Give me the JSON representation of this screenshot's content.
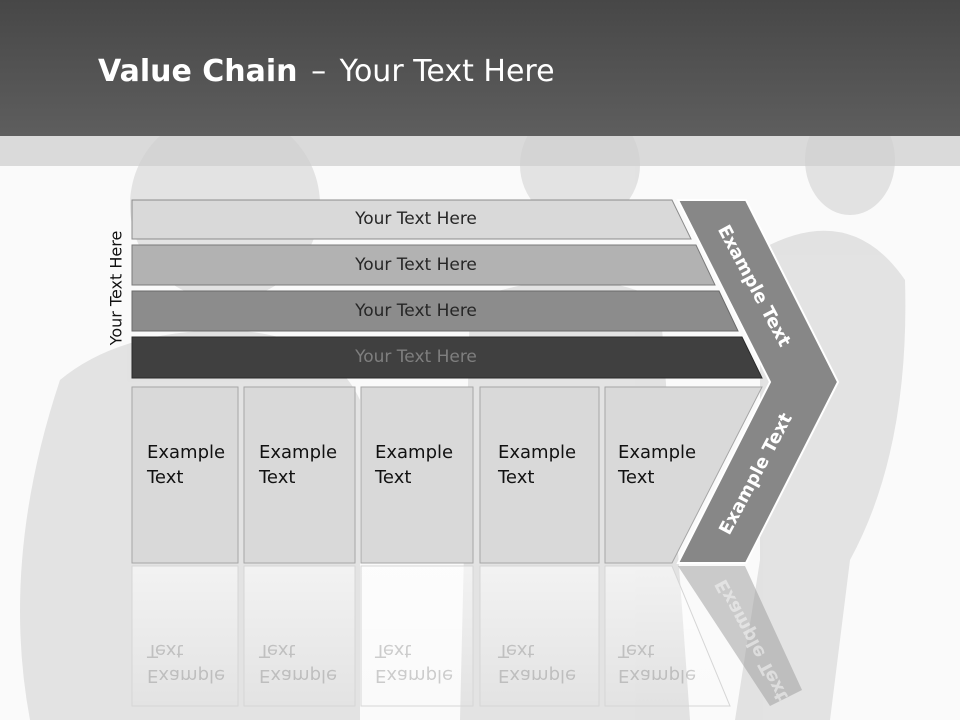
{
  "title": {
    "bold": "Value Chain",
    "separator": "–",
    "rest": "Your Text Here"
  },
  "side_label": "Your Text Here",
  "rows": [
    {
      "label": "Your Text Here",
      "fill": "#d9d9d9",
      "text_color": "#262626"
    },
    {
      "label": "Your Text Here",
      "fill": "#b2b2b2",
      "text_color": "#262626"
    },
    {
      "label": "Your Text Here",
      "fill": "#8c8c8c",
      "text_color": "#262626"
    },
    {
      "label": "Your Text Here",
      "fill": "#404040",
      "text_color": "#7f7f7f"
    }
  ],
  "boxes": [
    {
      "line1": "Example",
      "line2": "Text"
    },
    {
      "line1": "Example",
      "line2": "Text"
    },
    {
      "line1": "Example",
      "line2": "Text"
    },
    {
      "line1": "Example",
      "line2": "Text"
    },
    {
      "line1": "Example",
      "line2": "Text"
    }
  ],
  "chevron": {
    "upper_text": "Example Text",
    "lower_text": "Example Text",
    "fill": "#878787"
  },
  "colors": {
    "header": "#4f4f4f",
    "box_fill": "#d9d9d9",
    "box_border": "#a6a6a6"
  }
}
